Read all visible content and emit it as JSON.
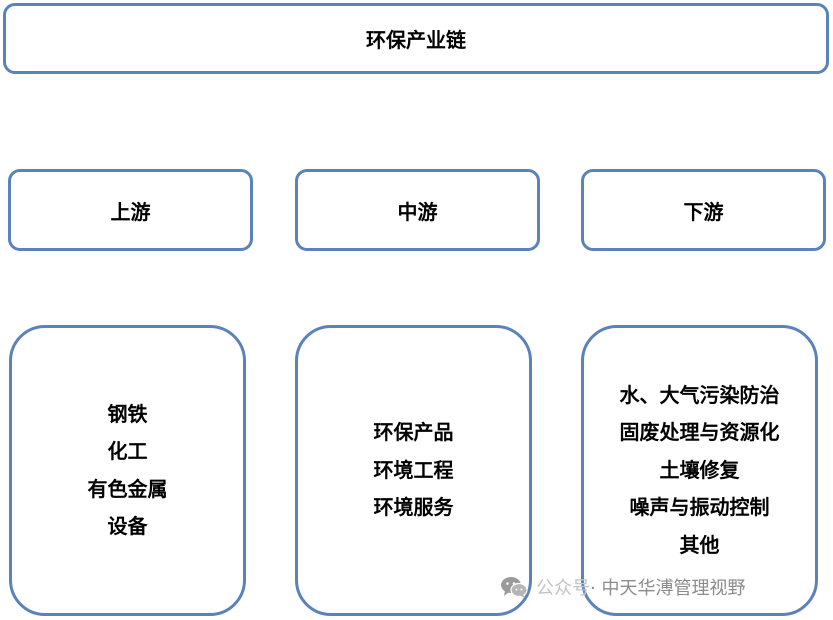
{
  "title": "环保产业链",
  "tiers": [
    {
      "label": "上游",
      "items": [
        "钢铁",
        "化工",
        "有色金属",
        "设备"
      ]
    },
    {
      "label": "中游",
      "items": [
        "环保产品",
        "环境工程",
        "环境服务"
      ]
    },
    {
      "label": "下游",
      "items": [
        "水、大气污染防治",
        "固废处理与资源化",
        "土壤修复",
        "噪声与振动控制",
        "其他"
      ]
    }
  ],
  "watermark": {
    "icon": "wechat-icon",
    "faint_text": "公众号",
    "text": " · 中天华溥管理视野"
  },
  "colors": {
    "border": "#5b82b9",
    "text": "#000000",
    "watermark": "#8c8c8c"
  }
}
